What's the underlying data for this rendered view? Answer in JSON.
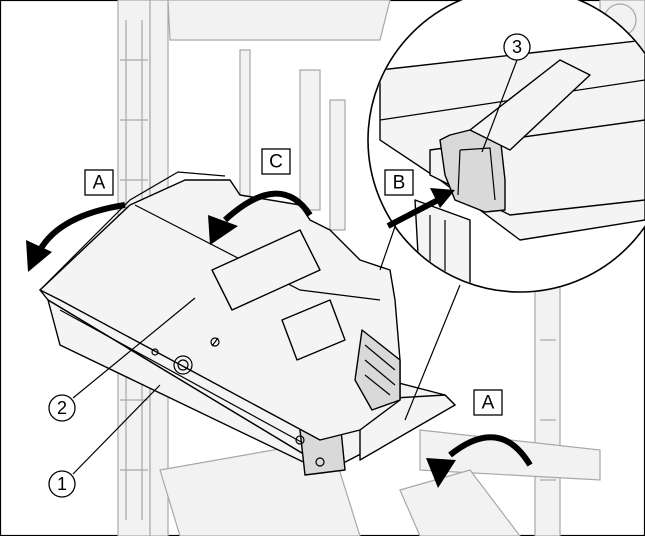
{
  "callouts": {
    "label_a_left": "A",
    "label_a_right": "A",
    "label_b": "B",
    "label_c": "C",
    "num_1": "1",
    "num_2": "2",
    "num_3": "3"
  }
}
